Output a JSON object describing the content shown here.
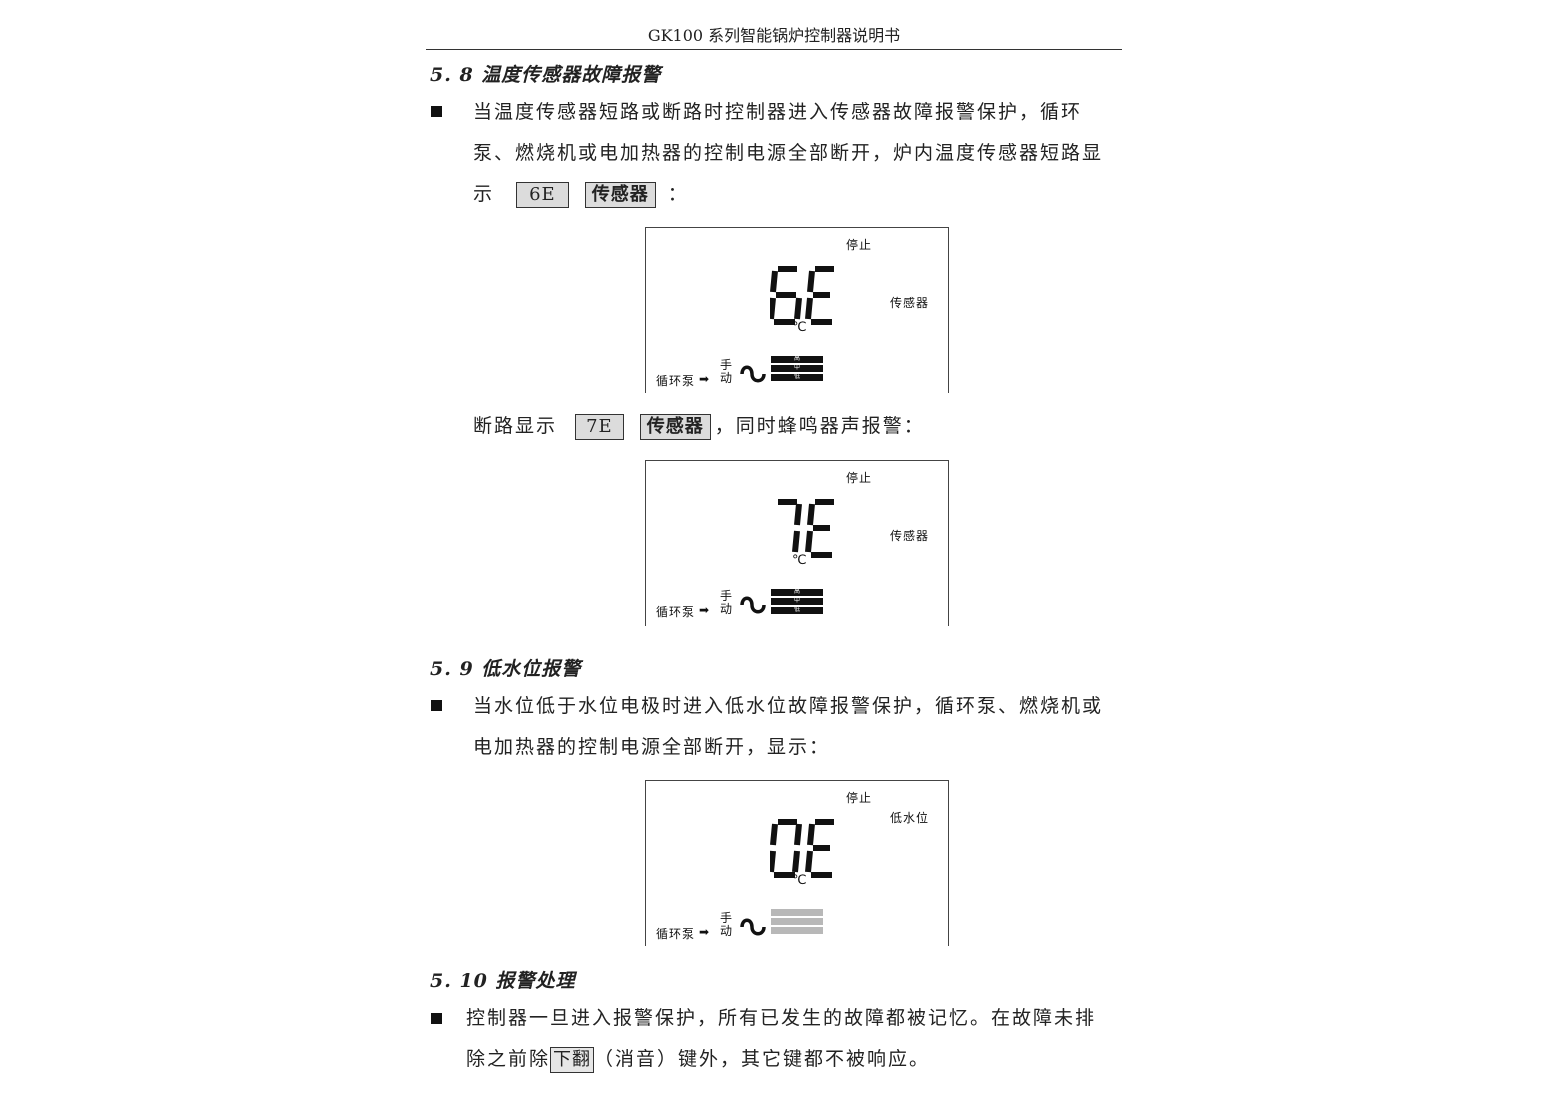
{
  "header": {
    "title": "GK100 系列智能锅炉控制器说明书"
  },
  "section_5_8": {
    "title": "5. 8 温度传感器故障报警",
    "para_line1": "当温度传感器短路或断路时控制器进入传感器故障报警保护，循环",
    "para_line2": "泵、燃烧机或电加热器的控制电源全部断开，炉内温度传感器短路显",
    "para_line3_prefix": "示",
    "key_code_short": "6E",
    "key_sensor": "传感器",
    "para_line3_suffix": "：",
    "open_prefix": "断路显示",
    "key_code_open": "7E",
    "open_suffix": "，同时蜂鸣器声报警："
  },
  "section_5_9": {
    "title": "5. 9 低水位报警",
    "para_line1": "当水位低于水位电极时进入低水位故障报警保护，循环泵、燃烧机或",
    "para_line2": "电加热器的控制电源全部断开，显示："
  },
  "section_5_10": {
    "title": "5. 10 报警处理",
    "para_line1": "控制器一旦进入报警保护，所有已发生的故障都被记忆。在故障未排",
    "para_line2_prefix": "除之前除",
    "key_down": "下翻",
    "para_line2_suffix": "（消音）键外，其它键都不被响应。"
  },
  "displays": [
    {
      "code": "6E",
      "status": "停止",
      "fault": "传感器",
      "unit": "℃",
      "pump": "循环泵",
      "mode_top": "手",
      "mode_bottom": "动",
      "bars": [
        "高",
        "中",
        "低"
      ],
      "bars_active": true
    },
    {
      "code": "7E",
      "status": "停止",
      "fault": "传感器",
      "unit": "℃",
      "pump": "循环泵",
      "mode_top": "手",
      "mode_bottom": "动",
      "bars": [
        "高",
        "中",
        "低"
      ],
      "bars_active": true
    },
    {
      "code": "0E",
      "status": "停止",
      "fault": "低水位",
      "unit": "℃",
      "pump": "循环泵",
      "mode_top": "手",
      "mode_bottom": "动",
      "bars": [
        "",
        "",
        ""
      ],
      "bars_active": false
    }
  ]
}
